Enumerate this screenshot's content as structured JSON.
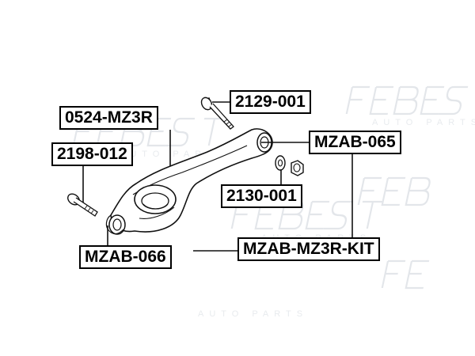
{
  "watermark": {
    "brand": "FEBEST",
    "subtext": "AUTO PARTS"
  },
  "labels": {
    "arm": "0524-MZ3R",
    "front_bolt": "2129-001",
    "rear_bolt": "2198-012",
    "front_bushing": "MZAB-065",
    "washer_nut": "2130-001",
    "kit": "MZAB-MZ3R-KIT",
    "rear_bushing": "MZAB-066"
  }
}
